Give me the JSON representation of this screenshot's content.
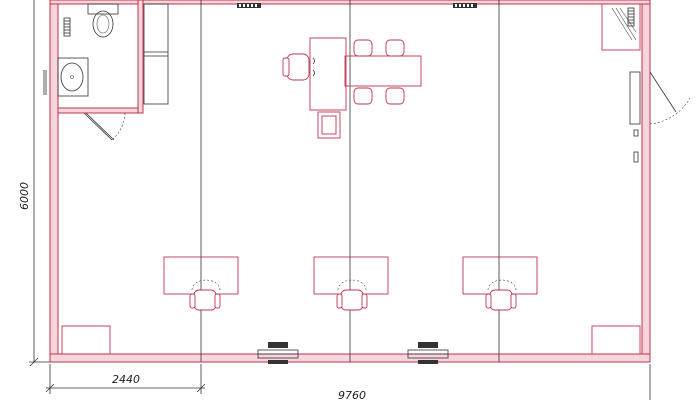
{
  "dimensions": {
    "height_label": "6000",
    "module_width_label": "2440",
    "total_width_label": "9760"
  },
  "colors": {
    "wall_fill": "#f7d5dc",
    "wall_stroke": "#c2334d",
    "line": "#333333"
  }
}
